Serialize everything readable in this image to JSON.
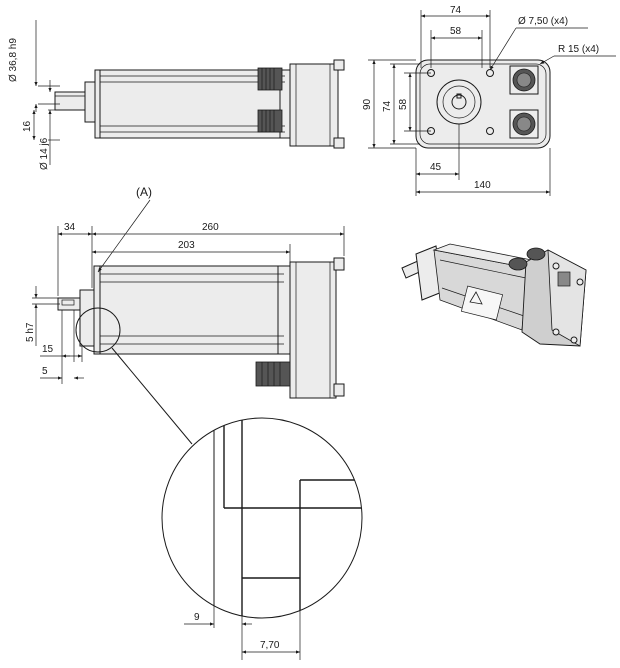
{
  "top_view": {
    "dia_shaft_housing": "Ø 36,8 h9",
    "dim_16": "16",
    "dia_shaft": "Ø 14 j6"
  },
  "end_view": {
    "dim_74_top": "74",
    "dim_58_top": "58",
    "hole_callout": "Ø 7,50 (x4)",
    "radius_callout": "R 15 (x4)",
    "dim_90": "90",
    "dim_74_side": "74",
    "dim_58_side": "58",
    "dim_45": "45",
    "dim_140": "140"
  },
  "side_view": {
    "detail_label": "(A)",
    "dim_34": "34",
    "dim_260": "260",
    "dim_203": "203",
    "dim_key": "5 h7",
    "dim_15": "15",
    "dim_5": "5"
  },
  "detail": {
    "dim_9": "9",
    "dim_770": "7,70"
  }
}
